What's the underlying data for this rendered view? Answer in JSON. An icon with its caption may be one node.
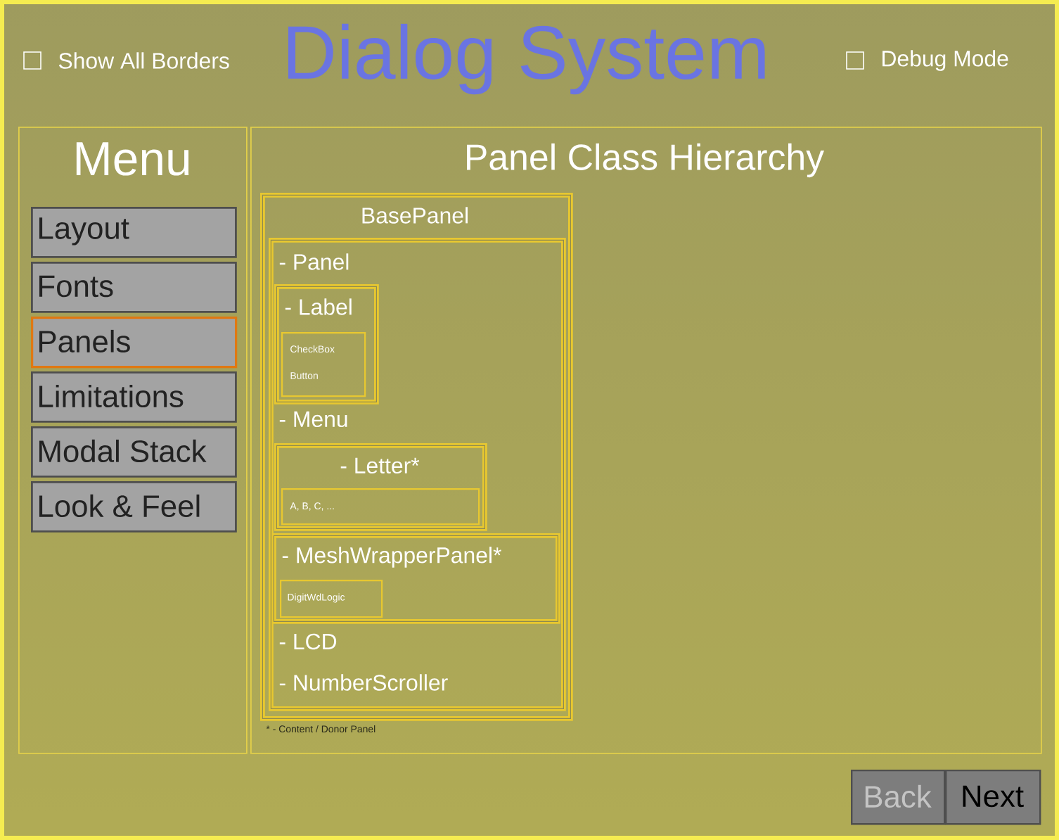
{
  "diagram": {
    "title": "Dialog System",
    "nodes": [
      {
        "text": [
          "Menu"
        ]
      },
      {
        "text": [
          "Layout"
        ],
        "in": 0
      },
      {
        "text": [
          "Fonts"
        ],
        "in": 0
      },
      {
        "text": [
          "Panels"
        ],
        "in": 0
      },
      {
        "text": [
          "Limitations"
        ],
        "in": 0
      },
      {
        "text": [
          "Modal Stack"
        ],
        "in": 0
      },
      {
        "text": [
          "Look & Feel"
        ],
        "in": 0
      },
      {
        "text": [
          "Panel Class Hierarchy"
        ]
      },
      {
        "text": [
          "BasePanel"
        ],
        "in": 7
      },
      {
        "text": [
          "- Panel",
          "- Menu",
          "- LCD",
          "- NumberScroller"
        ],
        "in": 8
      },
      {
        "text": [
          "- Label"
        ],
        "in": 9
      },
      {
        "text": [
          "CheckBox",
          "Button"
        ],
        "in": 10
      },
      {
        "text": [
          "- Letter*"
        ],
        "in": 9
      },
      {
        "text": [
          "A, B, C, ..."
        ],
        "in": 12
      },
      {
        "text": [
          "- MeshWrapperPanel*"
        ],
        "in": 9
      },
      {
        "text": [
          "DigitWdLogic"
        ],
        "in": 14
      },
      {
        "text": [
          "Back"
        ]
      },
      {
        "text": [
          "Next"
        ]
      }
    ],
    "labels": [
      "Show All Borders",
      "Debug Mode",
      "* - Content / Donor Panel"
    ]
  }
}
